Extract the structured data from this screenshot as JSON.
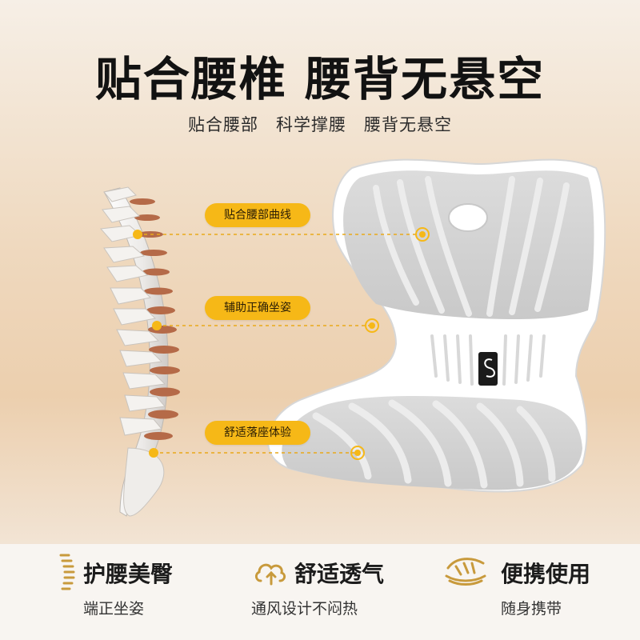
{
  "headline": "贴合腰椎 腰背无悬空",
  "subheadline": "贴合腰部　科学撑腰　腰背无悬空",
  "callouts": [
    {
      "label": "贴合腰部曲线"
    },
    {
      "label": "辅助正确坐姿"
    },
    {
      "label": "舒适落座体验"
    }
  ],
  "colors": {
    "accent": "#f6b817",
    "text": "#121212",
    "disc": "#b56a48"
  },
  "features": [
    {
      "icon": "spine-icon",
      "title": "护腰美臀",
      "desc": "端正坐姿"
    },
    {
      "icon": "airflow-icon",
      "title": "舒适透气",
      "desc": "通风设计不闷热"
    },
    {
      "icon": "portable-cushion-icon",
      "title": "便携使用",
      "desc": "随身携带"
    }
  ]
}
